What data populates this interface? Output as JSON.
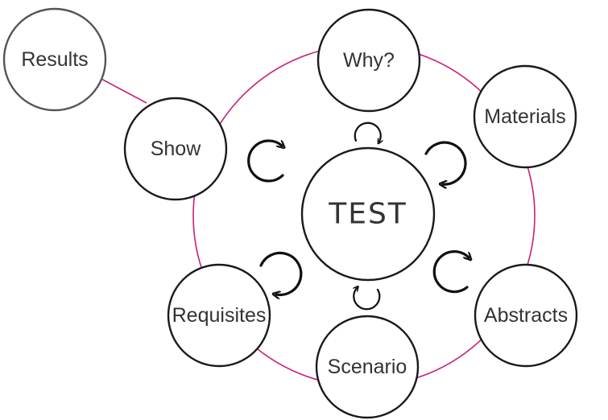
{
  "diagram": {
    "center": {
      "label": "TEST"
    },
    "nodes": [
      {
        "id": "why",
        "label": "Why?"
      },
      {
        "id": "materials",
        "label": "Materials"
      },
      {
        "id": "abstracts",
        "label": "Abstracts"
      },
      {
        "id": "scenario",
        "label": "Scenario"
      },
      {
        "id": "requisites",
        "label": "Requisites"
      },
      {
        "id": "show",
        "label": "Show"
      },
      {
        "id": "results",
        "label": "Results"
      }
    ],
    "ring_color": "#c8207a",
    "links": [
      {
        "from": "show",
        "to": "results"
      }
    ],
    "cycle_icons": [
      "cycle-arrow-icon",
      "cycle-arrow-icon",
      "cycle-arrow-icon",
      "cycle-arrow-icon",
      "cycle-arrow-icon",
      "cycle-arrow-icon"
    ]
  }
}
